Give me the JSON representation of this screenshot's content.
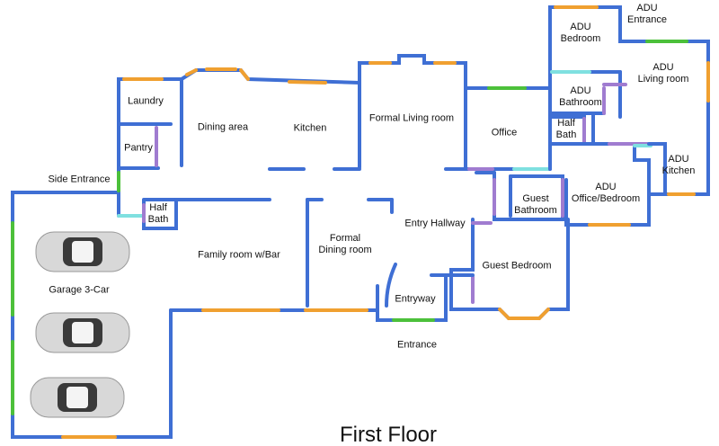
{
  "title": "First Floor",
  "rooms": {
    "laundry": "Laundry",
    "pantry": "Pantry",
    "dining_area": "Dining area",
    "kitchen": "Kitchen",
    "formal_living_room": "Formal Living room",
    "office": "Office",
    "adu_entrance": "ADU\nEntrance",
    "adu_bedroom": "ADU\nBedroom",
    "adu_living_room": "ADU\nLiving room",
    "adu_bathroom": "ADU\nBathroom",
    "half_bath_adu": "Half\nBath",
    "adu_kitchen": "ADU\nKitchen",
    "adu_office_bedroom": "ADU\nOffice/Bedroom",
    "side_entrance": "Side Entrance",
    "half_bath": "Half\nBath",
    "guest_bathroom": "Guest\nBathroom",
    "entry_hallway": "Entry Hallway",
    "family_room": "Family room w/Bar",
    "formal_dining_room": "Formal\nDining room",
    "garage": "Garage 3-Car",
    "guest_bedroom": "Guest Bedroom",
    "entryway": "Entryway",
    "entrance": "Entrance"
  },
  "legend_colors": {
    "wall": "#3f6fd4",
    "window": "#f0a030",
    "door": "#4cc03a",
    "interior_door": "#a07cd0",
    "opening": "#7fe0e0"
  },
  "icons": [
    "car-icon",
    "car-icon",
    "car-icon"
  ]
}
